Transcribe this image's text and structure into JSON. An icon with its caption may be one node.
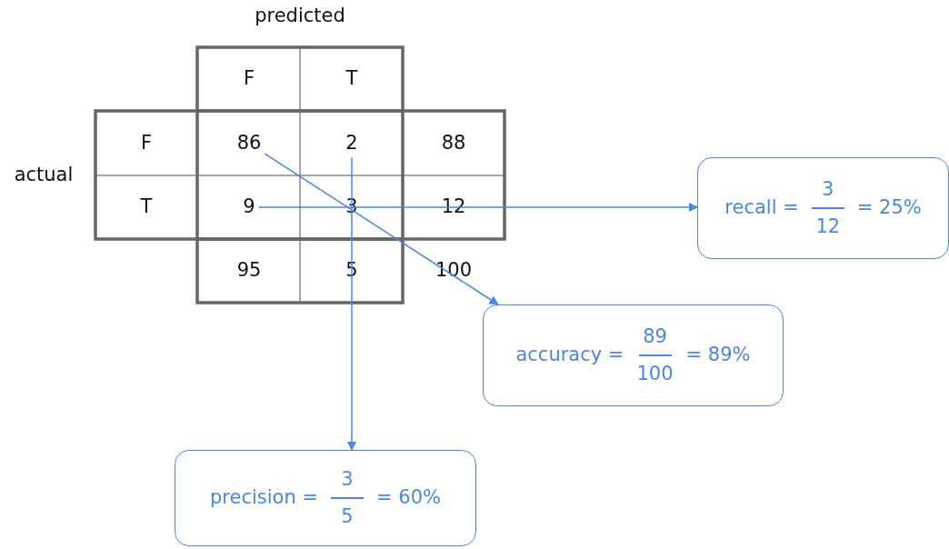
{
  "diagram": {
    "nodes": [
      {
        "text": [
          "86"
        ]
      },
      {
        "text": [
          "2"
        ]
      },
      {
        "text": [
          "9"
        ]
      },
      {
        "text": [
          "recall =",
          "3",
          "12",
          "= 25%"
        ]
      },
      {
        "text": [
          "accuracy =",
          "89",
          "100",
          "= 89%"
        ]
      },
      {
        "text": [
          "precision =",
          "3",
          "5",
          "= 60%"
        ]
      }
    ],
    "edges": [
      {
        "from": 0,
        "to": 4,
        "arrow": "to"
      },
      {
        "from": 1,
        "to": 5,
        "arrow": "to"
      },
      {
        "from": 2,
        "to": 3,
        "arrow": "to"
      }
    ],
    "labels": [
      "predicted",
      "F",
      "T",
      "F",
      "88",
      "actual",
      "T",
      "3",
      "12",
      "95",
      "5",
      "100"
    ]
  }
}
